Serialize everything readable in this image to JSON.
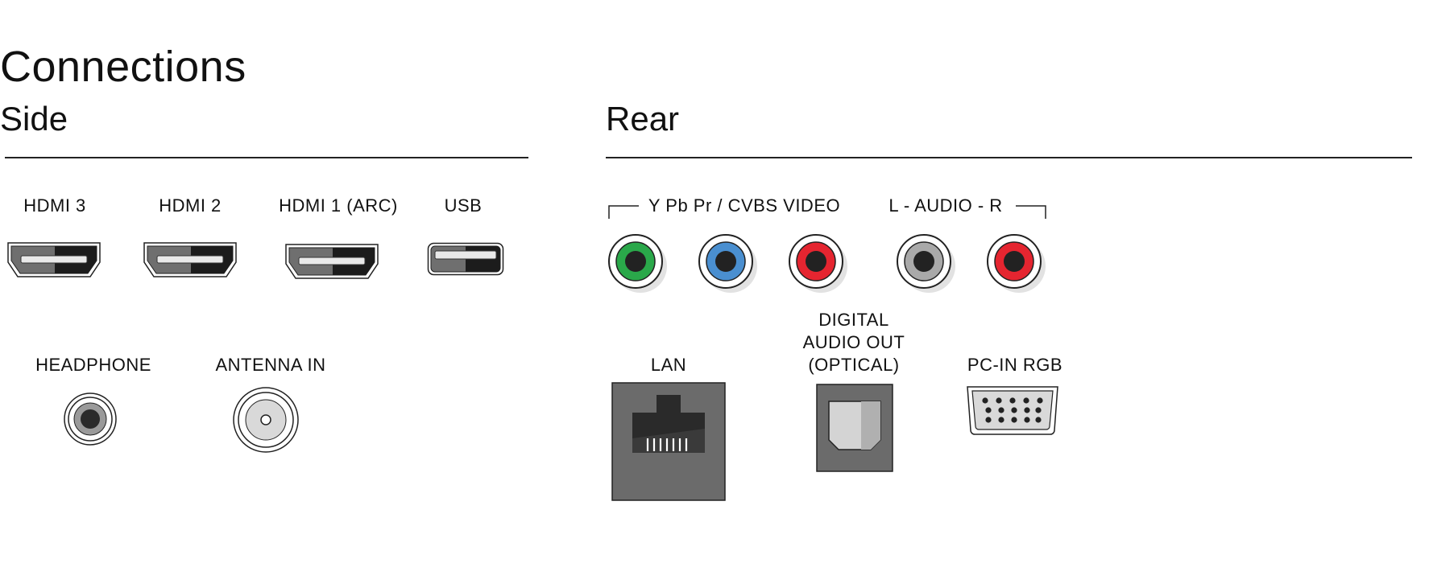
{
  "title": "Connections",
  "side": {
    "heading": "Side",
    "hdmi3": "HDMI 3",
    "hdmi2": "HDMI 2",
    "hdmi1": "HDMI 1 (ARC)",
    "usb": "USB",
    "headphone": "HEADPHONE",
    "antenna": "ANTENNA IN"
  },
  "rear": {
    "heading": "Rear",
    "component_label": "Y Pb Pr / CVBS VIDEO",
    "audio_label": "L - AUDIO - R",
    "lan": "LAN",
    "digital_audio_line1": "DIGITAL",
    "digital_audio_line2": "AUDIO OUT",
    "digital_audio_line3": "(OPTICAL)",
    "pc_in": "PC-IN RGB"
  },
  "colors": {
    "rca_green": "#2aa84a",
    "rca_blue": "#4a8fd0",
    "rca_red": "#e52530",
    "rca_white": "#a9a9a9",
    "port_dark": "#6b6b6b",
    "port_black": "#1e1e1e"
  }
}
